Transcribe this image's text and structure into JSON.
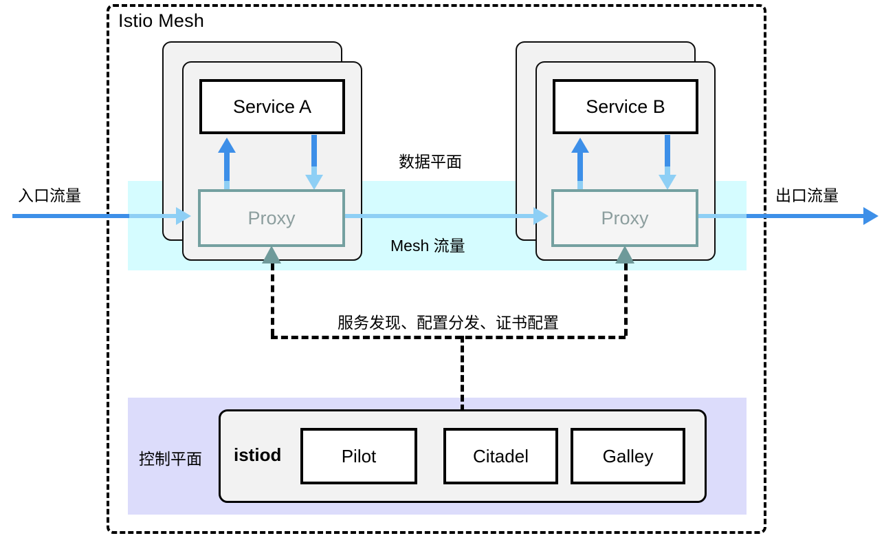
{
  "diagram": {
    "title": "Istio Mesh",
    "labels": {
      "data_plane": "数据平面",
      "mesh_traffic": "Mesh 流量",
      "ingress_traffic": "入口流量",
      "egress_traffic": "出口流量",
      "control_plane": "控制平面",
      "config_flow": "服务发现、配置分发、证书配置"
    },
    "pods": [
      {
        "service": "Service A",
        "proxy": "Proxy"
      },
      {
        "service": "Service B",
        "proxy": "Proxy"
      }
    ],
    "control_plane": {
      "istiod_label": "istiod",
      "components": [
        {
          "label": "Pilot"
        },
        {
          "label": "Citadel"
        },
        {
          "label": "Galley"
        }
      ]
    },
    "colors": {
      "data_plane_band": "#D5FCFF",
      "control_plane_bg": "#DCDCFB",
      "pod_fill": "#F2F2F2",
      "proxy_border": "#74A0A0",
      "proxy_text": "#8C9E9E",
      "traffic_blue": "#3D8FE8",
      "traffic_blue_light": "#8ECFF5",
      "connector_teal": "#6E9A9A",
      "boundary": "#000000"
    }
  }
}
